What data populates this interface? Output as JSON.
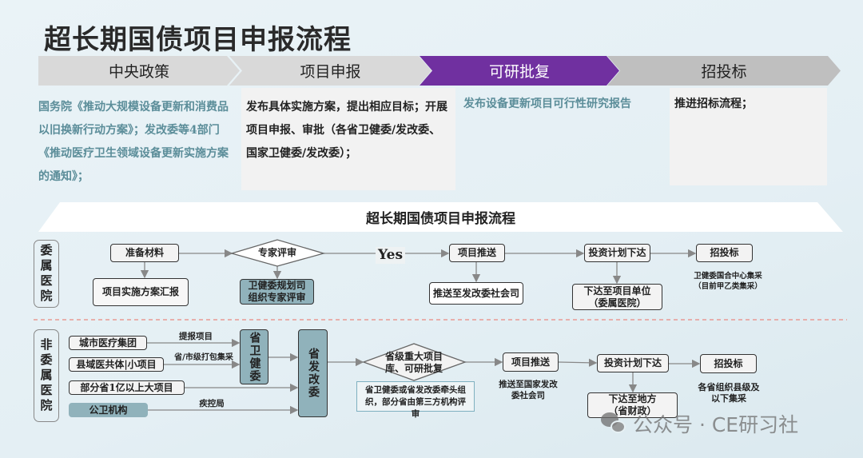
{
  "title": "超长期国债项目申报流程",
  "stages": [
    {
      "label": "中央政策"
    },
    {
      "label": "项目申报"
    },
    {
      "label": "可研批复"
    },
    {
      "label": "招投标"
    }
  ],
  "panels": {
    "policy": "国务院《推动大规模设备更新和消费品以旧换新行动方案》；发改委等4部门《推动医疗卫生领域设备更新实施方案的通知》；",
    "report": "发布具体实施方案，提出相应目标；开展项目申报、审批（各省卫健委/发改委、国家卫健委/发改委）；",
    "study": "发布设备更新项目可行性研究报告",
    "bid": "推进招标流程；"
  },
  "banner": "超长期国债项目申报流程",
  "section1": {
    "label": "委属医院",
    "prepare": "准备材料",
    "plan_report": "项目实施方案汇报",
    "expert_review": "专家评审",
    "org_review": "卫健委规划司组织专家评审",
    "yes": "Yes",
    "push": "项目推送",
    "push_to": "推送至发改委社会司",
    "invest": "投资计划下达",
    "issue_to": "下达至项目单位（委属医院）",
    "bidding": "招投标",
    "bid_note": "卫健委国合中心集采（目前甲乙类集采）"
  },
  "section2": {
    "label": "非委属医院",
    "src1": "城市医疗集团",
    "src2": "县域医共体|小项目",
    "src3": "部分省1亿以上大项目",
    "src4": "公卫机构",
    "edge1": "提报项目",
    "edge2": "省/市级打包集采",
    "edge4": "疾控局",
    "prov_health": "省卫健委",
    "prov_ndrc": "省发改委",
    "decision": "省级重大项目库、可研批复",
    "review_note": "省卫健委或省发改委牵头组织，部分省由第三方机构评审",
    "push": "项目推送",
    "push_to": "推送至国家发改委社会司",
    "invest": "投资计划下达",
    "issue_to": "下达至地方（省财政）",
    "bidding": "招投标",
    "bid_note": "各省组织县级及以下集采"
  },
  "watermark": "公众号 · CE研习社",
  "colors": {
    "active": "#7030a0",
    "teal_box": "#90b2bb",
    "policy_text": "#5b8d99"
  }
}
